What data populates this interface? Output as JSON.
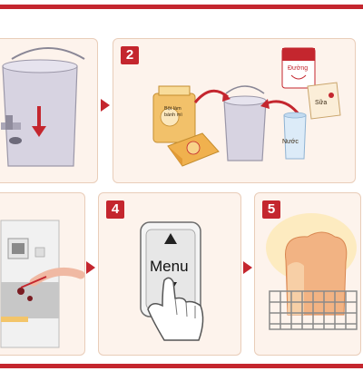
{
  "steps": [
    {
      "number": "2"
    },
    {
      "number": "4"
    },
    {
      "number": "5"
    }
  ],
  "labels": {
    "sugar": "Đường",
    "milk": "Sữa",
    "water": "Nước",
    "flour_line1": "Bột làm",
    "flour_line2": "bánh mì",
    "menu": "Menu"
  },
  "colors": {
    "brand_red": "#c4262e",
    "panel_bg": "#fdf3ec",
    "bucket_gray": "#d7d3e1"
  }
}
